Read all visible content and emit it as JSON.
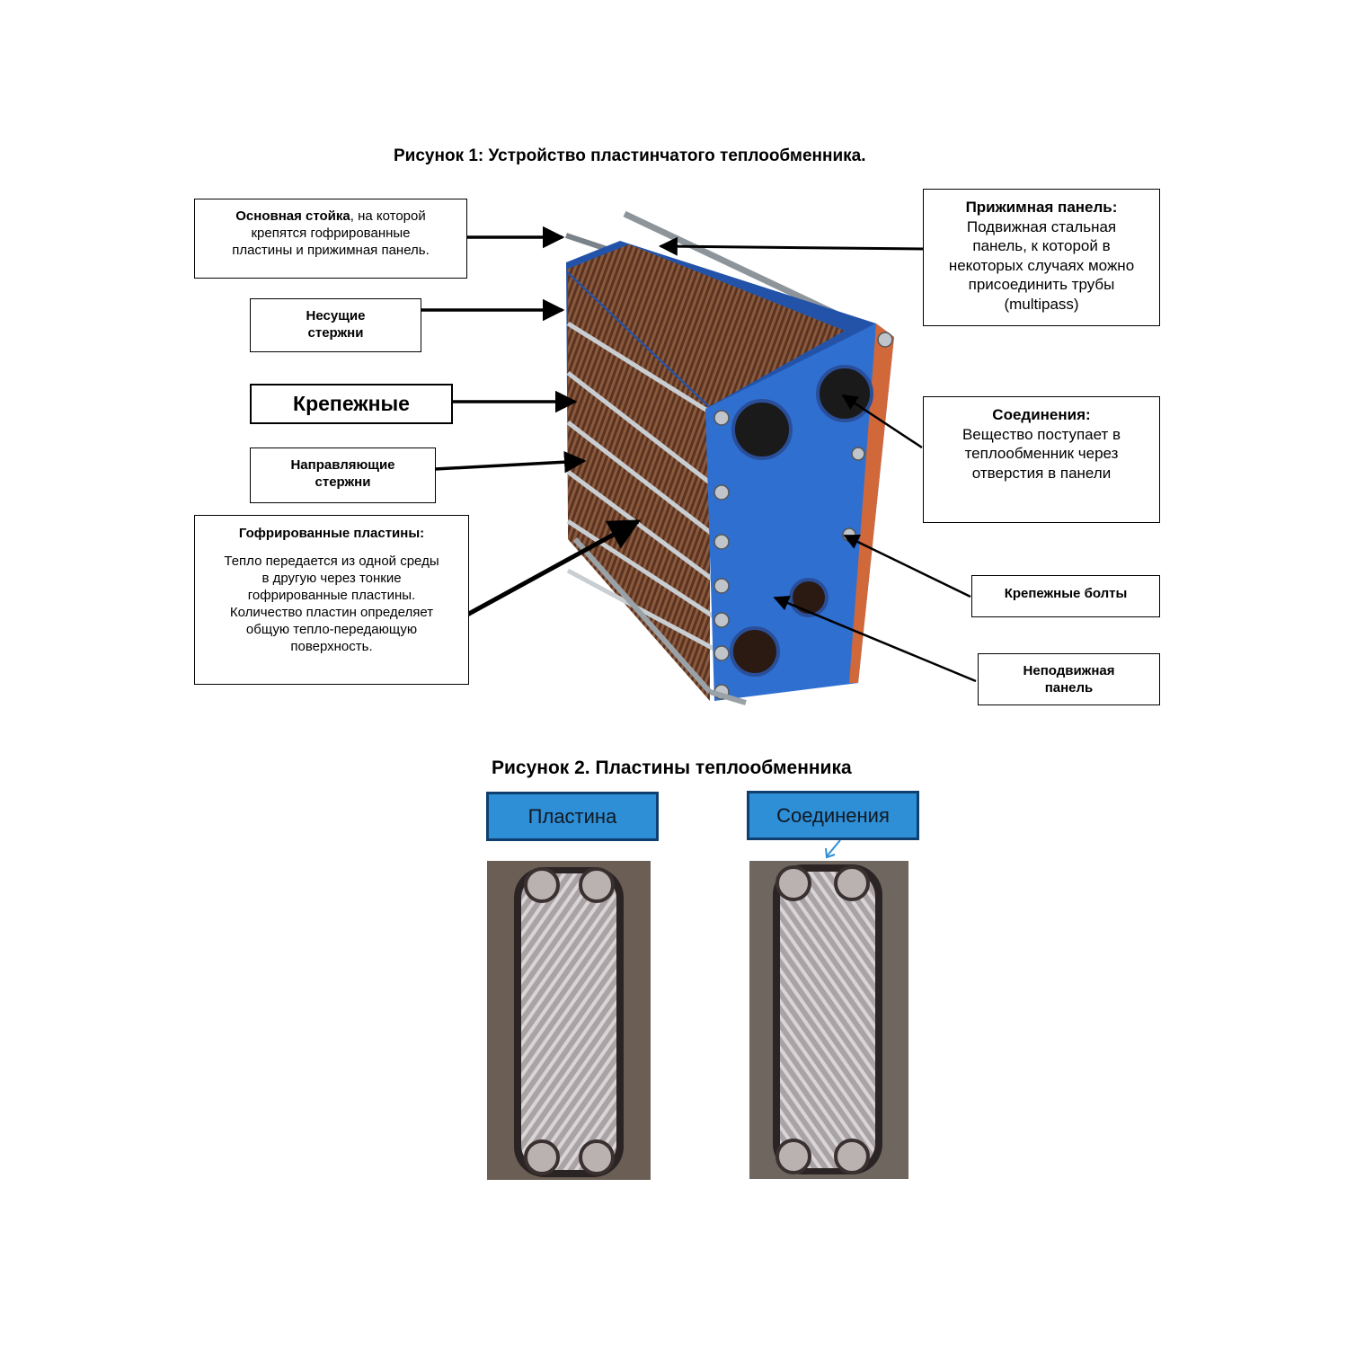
{
  "figure1": {
    "title": "Рисунок 1: Устройство пластинчатого теплообменника.",
    "callouts": {
      "stand_bold": "Основная стойка",
      "stand_rest_1": ", на которой",
      "stand_rest_2": "крепятся гофрированные",
      "stand_rest_3": "пластины и прижимная панель.",
      "carrying_1": "Несущие",
      "carrying_2": "стержни",
      "fastening": "Крепежные",
      "guide_1": "Направляющие",
      "guide_2": "стержни",
      "plates_title": "Гофрированные пластины:",
      "plates_1": "Тепло передается из одной среды",
      "plates_2": "в другую через тонкие",
      "plates_3": "гофрированные пластины.",
      "plates_4": "Количество пластин определяет",
      "plates_5": "общую тепло-передающую",
      "plates_6": "поверхность.",
      "pressure_title": "Прижимная панель:",
      "pressure_1": "Подвижная стальная",
      "pressure_2": "панель, к которой в",
      "pressure_3": "некоторых случаях можно",
      "pressure_4": "присоединить трубы",
      "pressure_5": "(multipass)",
      "connections_title": "Соединения:",
      "connections_1": "Вещество поступает в",
      "connections_2": "теплообменник через",
      "connections_3": "отверстия в панели",
      "bolts": "Крепежные болты",
      "fixed_1": "Неподвижная",
      "fixed_2": "панель"
    }
  },
  "figure2": {
    "title": "Рисунок 2. Пластины теплообменника",
    "label_plate": "Пластина",
    "label_connections": "Соединения"
  },
  "colors": {
    "frame_blue": "#2f6fd0",
    "plates_brown": "#6b3e2a",
    "label_blue": "#2e8fd6"
  }
}
